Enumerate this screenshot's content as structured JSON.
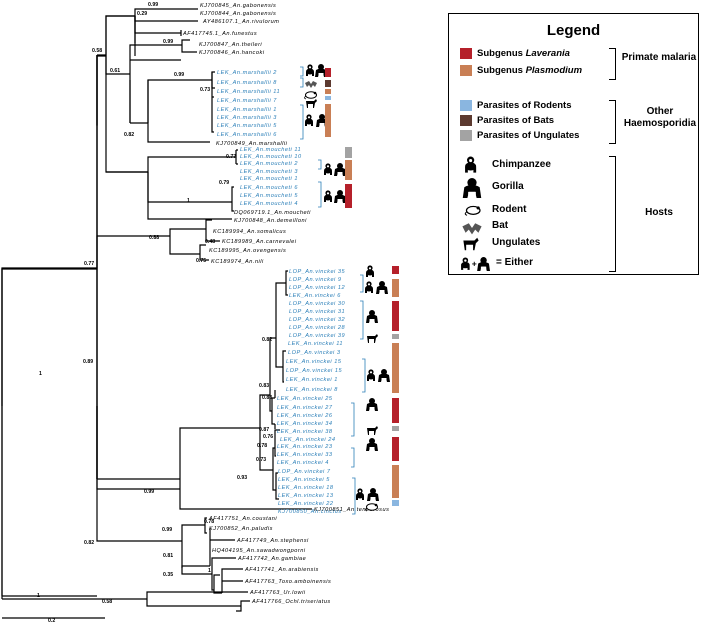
{
  "colors": {
    "laverania": "#b5202a",
    "plasmodium": "#c97f55",
    "rodents": "#8ab6e0",
    "bats": "#5c3a30",
    "ungulates": "#a3a3a3",
    "blue_label": "#2b7fb8"
  },
  "legend": {
    "title": "Legend",
    "laverania_prefix": "Subgenus ",
    "laverania_name": "Laverania",
    "plasmodium_prefix": "Subgenus ",
    "plasmodium_name": "Plasmodium",
    "primate_group": "Primate malaria",
    "rodents": "Parasites of Rodents",
    "bats": "Parasites of Bats",
    "ungulates": "Parasites of Ungulates",
    "other_group": "Other Haemosporidia",
    "chimpanzee": "Chimpanzee",
    "gorilla": "Gorilla",
    "rodent": "Rodent",
    "bat": "Bat",
    "ungulates_host": "Ungulates",
    "either": "= Either",
    "hosts_group": "Hosts"
  },
  "scale_label": "0.2",
  "tips": [
    {
      "id": "t1",
      "label": "KJ700845_An.gabonensis",
      "color": "black"
    },
    {
      "id": "t2",
      "label": "KJ700844_An.gabonensis",
      "color": "black"
    },
    {
      "id": "t3",
      "label": "AY486107.1_An.rivulorum",
      "color": "black"
    },
    {
      "id": "t4",
      "label": "AF417745.1_An.funestus",
      "color": "black"
    },
    {
      "id": "t5",
      "label": "KJ700847_An.theileri",
      "color": "black"
    },
    {
      "id": "t6",
      "label": "KJ700846_An.hancoki",
      "color": "black"
    },
    {
      "id": "t7",
      "label": "LEK_An.marshallii 2",
      "color": "blue"
    },
    {
      "id": "t8",
      "label": "LEK_An.marshallii 8",
      "color": "blue"
    },
    {
      "id": "t9",
      "label": "LEK_An.marshallii 11",
      "color": "blue"
    },
    {
      "id": "t10",
      "label": "LEK_An.marshallii 7",
      "color": "blue"
    },
    {
      "id": "t11",
      "label": "LEK_An.marshallii 1",
      "color": "blue"
    },
    {
      "id": "t12",
      "label": "LEK_An.marshallii 3",
      "color": "blue"
    },
    {
      "id": "t13",
      "label": "LEK_An.marshallii 5",
      "color": "blue"
    },
    {
      "id": "t14",
      "label": "LEK_An.marshallii 6",
      "color": "blue"
    },
    {
      "id": "t15",
      "label": "KJ700849_An.marshallii",
      "color": "black"
    },
    {
      "id": "t16",
      "label": "LEK_An.moucheti 11",
      "color": "blue"
    },
    {
      "id": "t17",
      "label": "LEK_An.moucheti 10",
      "color": "blue"
    },
    {
      "id": "t18",
      "label": "LEK_An.moucheti 2",
      "color": "blue"
    },
    {
      "id": "t19",
      "label": "LEK_An.moucheti 3",
      "color": "blue"
    },
    {
      "id": "t20",
      "label": "LEK_An.moucheti 1",
      "color": "blue"
    },
    {
      "id": "t21",
      "label": "LEK_An.moucheti 6",
      "color": "blue"
    },
    {
      "id": "t22",
      "label": "LEK_An.moucheti 5",
      "color": "blue"
    },
    {
      "id": "t23",
      "label": "LEK_An.moucheti 4",
      "color": "blue"
    },
    {
      "id": "t24",
      "label": "DQ069719.1_An.moucheti",
      "color": "black"
    },
    {
      "id": "t25",
      "label": "KJ700848_An.demeilloni",
      "color": "black"
    },
    {
      "id": "t26",
      "label": "KC189994_An.somalicus",
      "color": "black"
    },
    {
      "id": "t27",
      "label": "KC189989_An.carnevalei",
      "color": "black"
    },
    {
      "id": "t28",
      "label": "KC189995_An.ovengensis",
      "color": "black"
    },
    {
      "id": "t29",
      "label": "KC189974_An.nili",
      "color": "black"
    },
    {
      "id": "v35",
      "label": "LOP_An.vinckei 35",
      "color": "blue"
    },
    {
      "id": "v9",
      "label": "LOP_An.vinckei 9",
      "color": "blue"
    },
    {
      "id": "v12",
      "label": "LOP_An.vinckei 12",
      "color": "blue"
    },
    {
      "id": "v6",
      "label": "LEK_An.vinckei 6",
      "color": "blue"
    },
    {
      "id": "v30",
      "label": "LOP_An.vinckei 30",
      "color": "blue"
    },
    {
      "id": "v31",
      "label": "LOP_An.vinckei 31",
      "color": "blue"
    },
    {
      "id": "v32",
      "label": "LOP_An.vinckei 32",
      "color": "blue"
    },
    {
      "id": "v28",
      "label": "LOP_An.vinckei 28",
      "color": "blue"
    },
    {
      "id": "v39",
      "label": "LOP_An.vinckei 39",
      "color": "blue"
    },
    {
      "id": "v11",
      "label": "LEK_An.vinckei 11",
      "color": "blue"
    },
    {
      "id": "v3",
      "label": "LOP_An.vinckei 3",
      "color": "blue"
    },
    {
      "id": "v15a",
      "label": "LEK_An.vinckei 15",
      "color": "blue"
    },
    {
      "id": "v15b",
      "label": "LOP_An.vinckei 15",
      "color": "blue"
    },
    {
      "id": "v1",
      "label": "LEK_An.vinckei 1",
      "color": "blue"
    },
    {
      "id": "v8",
      "label": "LEK_An.vinckei 8",
      "color": "blue"
    },
    {
      "id": "v25",
      "label": "LEK_An.vinckei 25",
      "color": "blue"
    },
    {
      "id": "v27",
      "label": "LEK_An.vinckei 27",
      "color": "blue"
    },
    {
      "id": "v26",
      "label": "LEK_An.vinckei 26",
      "color": "blue"
    },
    {
      "id": "v34",
      "label": "LEK_An.vinckei 34",
      "color": "blue"
    },
    {
      "id": "v38",
      "label": "LEK_An.vinckei 38",
      "color": "blue"
    },
    {
      "id": "v24",
      "label": "LEK_An.vinckei 24",
      "color": "blue"
    },
    {
      "id": "v23",
      "label": "LEK_An.vinckei 23",
      "color": "blue"
    },
    {
      "id": "v33",
      "label": "LEK_An.vinckei 33",
      "color": "blue"
    },
    {
      "id": "v4",
      "label": "LEK_An.vinckei 4",
      "color": "blue"
    },
    {
      "id": "v7",
      "label": "LOP_An.vinckei 7",
      "color": "blue"
    },
    {
      "id": "v5",
      "label": "LEK_An.vinckei 5",
      "color": "blue"
    },
    {
      "id": "v18",
      "label": "LEK_An.vinckei 18",
      "color": "blue"
    },
    {
      "id": "v13",
      "label": "LEK_An.vinckei 13",
      "color": "blue"
    },
    {
      "id": "v22",
      "label": "LEK_An.vinckei 22",
      "color": "blue"
    },
    {
      "id": "t30",
      "label": "KJ700850_An.cinctus",
      "color": "black"
    },
    {
      "id": "t31",
      "label": "KJ700851_An.tenebrosus",
      "color": "black"
    },
    {
      "id": "t32",
      "label": "AF417751_An.coustani",
      "color": "black"
    },
    {
      "id": "t33",
      "label": "KJ700852_An.paludis",
      "color": "black"
    },
    {
      "id": "t34",
      "label": "AF417749_An.stephensi",
      "color": "black"
    },
    {
      "id": "t35",
      "label": "HQ404195_An.sawadwongporni",
      "color": "black"
    },
    {
      "id": "t36",
      "label": "AF417742_An.gambiae",
      "color": "black"
    },
    {
      "id": "t37",
      "label": "AF417741_An.arabiensis",
      "color": "black"
    },
    {
      "id": "t38",
      "label": "AF417763_Toxo.amboinensis",
      "color": "black"
    },
    {
      "id": "t39",
      "label": "AF417763_Ur.lowii",
      "color": "black"
    },
    {
      "id": "t40",
      "label": "AF417766_Ochl.triseriatus",
      "color": "black"
    }
  ],
  "support": [
    {
      "id": "s1",
      "label": "0.99"
    },
    {
      "id": "s2",
      "label": "0.29"
    },
    {
      "id": "s3",
      "label": "0.58"
    },
    {
      "id": "s4",
      "label": "0.99"
    },
    {
      "id": "s5",
      "label": "0.61"
    },
    {
      "id": "s6",
      "label": "0.99"
    },
    {
      "id": "s7",
      "label": "0.73"
    },
    {
      "id": "s8",
      "label": "0.82"
    },
    {
      "id": "s9",
      "label": "0.77"
    },
    {
      "id": "s10",
      "label": "0.79"
    },
    {
      "id": "s11",
      "label": "1"
    },
    {
      "id": "s12",
      "label": "0.77"
    },
    {
      "id": "s13",
      "label": "0.88"
    },
    {
      "id": "s14",
      "label": "0.48"
    },
    {
      "id": "s15",
      "label": "0.75"
    },
    {
      "id": "s16",
      "label": "1"
    },
    {
      "id": "s17",
      "label": "0.89"
    },
    {
      "id": "s18",
      "label": "0.82"
    },
    {
      "id": "s19",
      "label": "0.83"
    },
    {
      "id": "s20",
      "label": "0.83"
    },
    {
      "id": "s21",
      "label": "0.87"
    },
    {
      "id": "s22",
      "label": "0.76"
    },
    {
      "id": "s23",
      "label": "0.78"
    },
    {
      "id": "s24",
      "label": "0.73"
    },
    {
      "id": "s25",
      "label": "0.93"
    },
    {
      "id": "s26",
      "label": "0.99"
    },
    {
      "id": "s27",
      "label": "0.78"
    },
    {
      "id": "s28",
      "label": "0.99"
    },
    {
      "id": "s29",
      "label": "0.82"
    },
    {
      "id": "s30",
      "label": "0.81"
    },
    {
      "id": "s31",
      "label": "0.35"
    },
    {
      "id": "s32",
      "label": "1"
    },
    {
      "id": "s33",
      "label": "1"
    },
    {
      "id": "s34",
      "label": "0.58"
    }
  ],
  "host_bars": [
    {
      "id": "b1",
      "group": "laverania"
    },
    {
      "id": "b2",
      "group": "bats"
    },
    {
      "id": "b3",
      "group": "plasmodium"
    },
    {
      "id": "b4",
      "group": "rodents"
    },
    {
      "id": "b5",
      "group": "plasmodium"
    },
    {
      "id": "b6",
      "group": "ungulates"
    },
    {
      "id": "b7",
      "group": "plasmodium"
    },
    {
      "id": "b8",
      "group": "laverania"
    },
    {
      "id": "b9",
      "group": "laverania"
    },
    {
      "id": "b10",
      "group": "plasmodium"
    },
    {
      "id": "b11",
      "group": "laverania"
    },
    {
      "id": "b12",
      "group": "ungulates"
    },
    {
      "id": "b13",
      "group": "plasmodium"
    },
    {
      "id": "b14",
      "group": "laverania"
    },
    {
      "id": "b15",
      "group": "ungulates"
    },
    {
      "id": "b16",
      "group": "laverania"
    },
    {
      "id": "b17",
      "group": "plasmodium"
    },
    {
      "id": "b18",
      "group": "rodents"
    }
  ]
}
